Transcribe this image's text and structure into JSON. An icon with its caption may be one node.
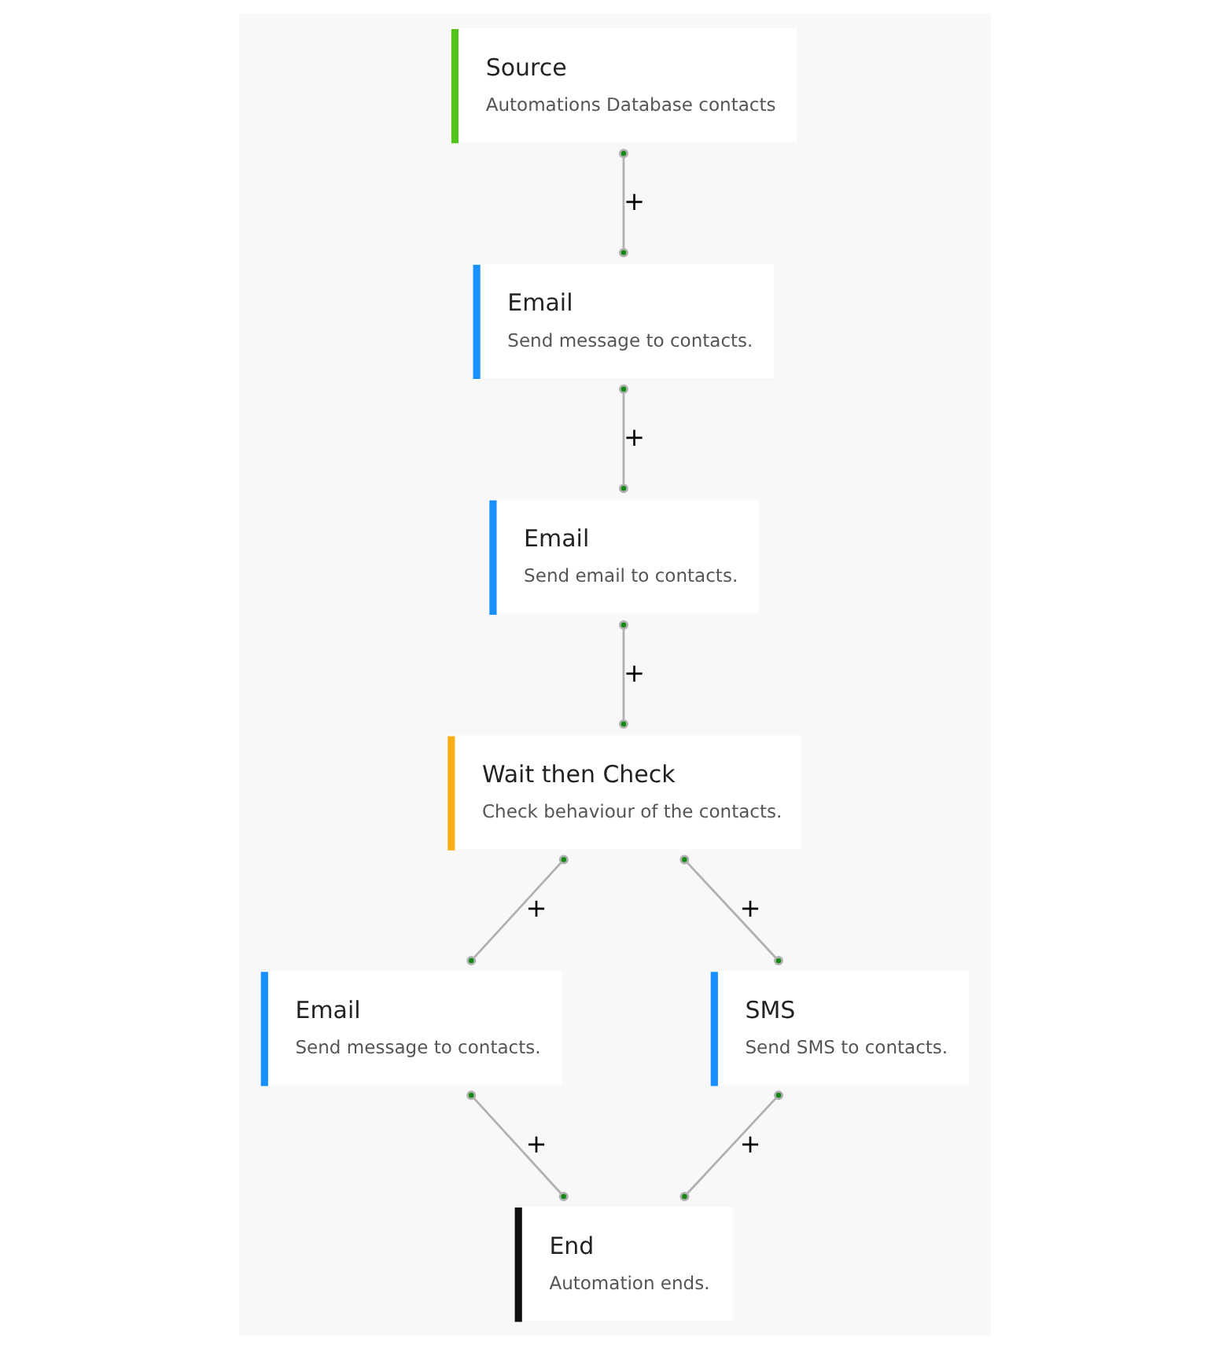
{
  "diagram": {
    "nodes": [
      {
        "text": [
          "Source",
          "Automations Database contacts"
        ]
      },
      {
        "text": [
          "Email",
          "Send message to contacts."
        ]
      },
      {
        "text": [
          "Email",
          "Send email to contacts."
        ]
      },
      {
        "text": [
          "Wait then Check",
          "Check behaviour of the contacts."
        ]
      },
      {
        "text": [
          "Email",
          "Send message to contacts."
        ]
      },
      {
        "text": [
          "SMS",
          "Send SMS to contacts."
        ]
      },
      {
        "text": [
          "End",
          "Automation ends."
        ]
      }
    ],
    "edges": [
      {
        "from": 0,
        "to": 1,
        "arrow": "other",
        "label": "+"
      },
      {
        "from": 1,
        "to": 2,
        "arrow": "other",
        "label": "+"
      },
      {
        "from": 2,
        "to": 3,
        "arrow": "other",
        "label": "+"
      },
      {
        "from": 3,
        "to": 4,
        "arrow": "other",
        "label": "+"
      },
      {
        "from": 3,
        "to": 5,
        "arrow": "other",
        "label": "+"
      },
      {
        "from": 4,
        "to": 6,
        "arrow": "other",
        "label": "+"
      },
      {
        "from": 5,
        "to": 6,
        "arrow": "other",
        "label": "+"
      }
    ]
  }
}
